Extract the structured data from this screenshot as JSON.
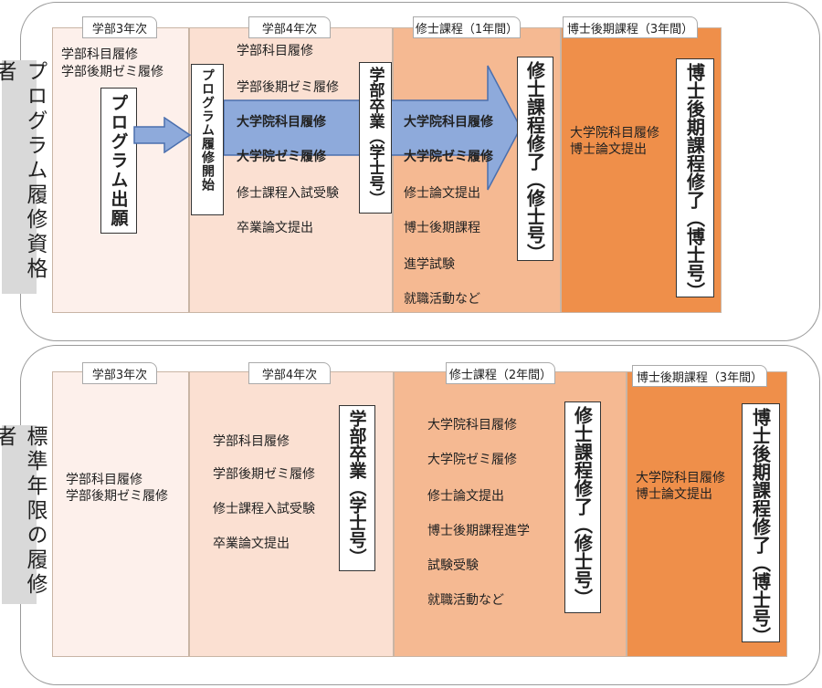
{
  "colors": {
    "col1": "#fdf0eb",
    "col2": "#fbe0d2",
    "col3": "#f5b992",
    "col4": "#ef8f4a",
    "arrow": "#8eaadb",
    "arrow_stroke": "#4a6fae",
    "side": "#d9d9d9"
  },
  "program": {
    "side_label": "プログラム履修資格者",
    "col1": {
      "tab": "学部3年次",
      "items": [
        "学部科目履修",
        "学部後期ゼミ履修"
      ],
      "box": "プログラム出願"
    },
    "col2": {
      "tab": "学部4年次",
      "box_start": "プログラム履修開始",
      "items": [
        "学部科目履修",
        "学部後期ゼミ履修",
        "大学院科目履修",
        "大学院ゼミ履修",
        "修士課程入試受験",
        "卒業論文提出"
      ],
      "box_grad": "学部卒業（学士号）"
    },
    "col3": {
      "tab": "修士課程（1年間）",
      "items": [
        "大学院科目履修",
        "大学院ゼミ履修",
        "修士論文提出",
        "博士後期課程",
        "進学試験",
        "就職活動など"
      ],
      "box": "修士課程修了（修士号）"
    },
    "col4": {
      "tab": "博士後期課程（3年間）",
      "items": [
        "大学院科目履修",
        "博士論文提出"
      ],
      "box": "博士後期課程修了（博士号）"
    }
  },
  "standard": {
    "side_label": "標準年限の履修者",
    "col1": {
      "tab": "学部3年次",
      "items": [
        "学部科目履修",
        "学部後期ゼミ履修"
      ]
    },
    "col2": {
      "tab": "学部4年次",
      "items": [
        "学部科目履修",
        "学部後期ゼミ履修",
        "修士課程入試受験",
        "卒業論文提出"
      ],
      "box": "学部卒業（学士号）"
    },
    "col3": {
      "tab": "修士課程（2年間）",
      "items": [
        "大学院科目履修",
        "大学院ゼミ履修",
        "修士論文提出",
        "博士後期課程進学",
        "試験受験",
        "就職活動など"
      ],
      "box": "修士課程修了（修士号）"
    },
    "col4": {
      "tab": "博士後期課程（3年間）",
      "items": [
        "大学院科目履修",
        "博士論文提出"
      ],
      "box": "博士後期課程修了（博士号）"
    }
  }
}
